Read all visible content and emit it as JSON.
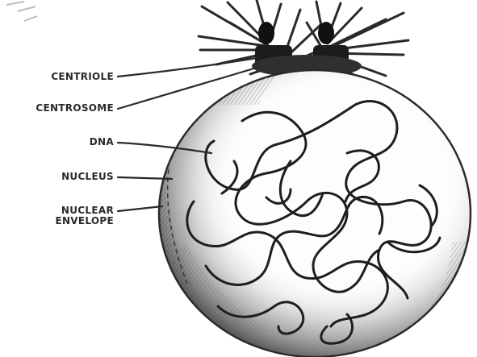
{
  "labels": {
    "centriole": "CENTRIOLE",
    "centrosome": "CENTROSOME",
    "dna": "DNA",
    "nucleus": "NUCLEUS",
    "nuclear_envelope_line1": "NUCLEAR",
    "nuclear_envelope_line2": "ENVELOPE"
  },
  "colors": {
    "ink": "#2a2a2a",
    "shading": "#6e6e6e",
    "background": "#ffffff"
  }
}
